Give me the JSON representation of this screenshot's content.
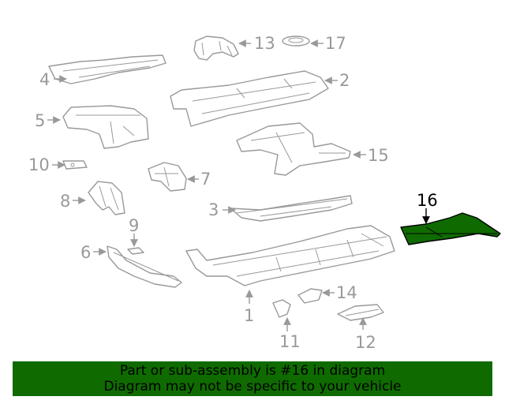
{
  "colors": {
    "line": "#999999",
    "highlight_fill": "#0f6b00",
    "banner_bg": "#0f6b00",
    "highlight_text": "#000000"
  },
  "callouts": {
    "c1": "1",
    "c2": "2",
    "c3": "3",
    "c4": "4",
    "c5": "5",
    "c6": "6",
    "c7": "7",
    "c8": "8",
    "c9": "9",
    "c10": "10",
    "c11": "11",
    "c12": "12",
    "c13": "13",
    "c14": "14",
    "c15": "15",
    "c16": "16",
    "c17": "17"
  },
  "highlighted_part": "16",
  "banner": {
    "line1": "Part or sub-assembly is #16 in diagram",
    "line2": "Diagram may not be specific to your vehicle"
  }
}
